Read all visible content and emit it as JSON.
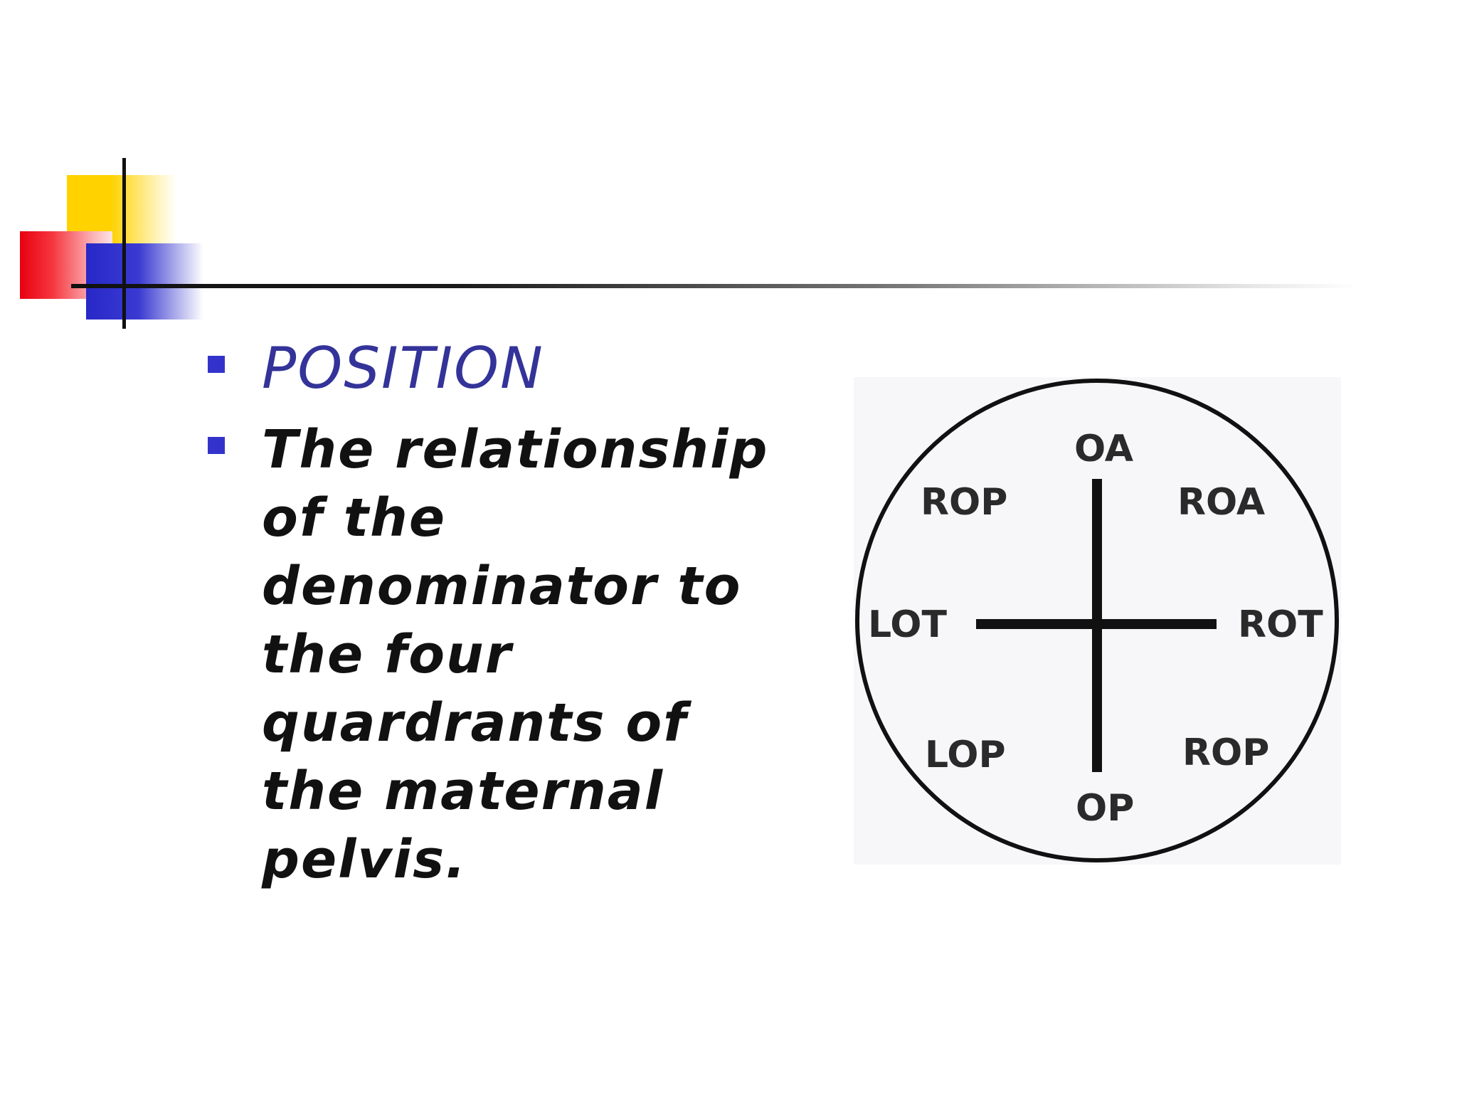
{
  "slide": {
    "bullets": [
      {
        "text": "POSITION",
        "style": "heading"
      },
      {
        "text": "The relationship of the denominator to the four quardrants of the maternal pelvis.",
        "style": "body"
      }
    ],
    "colors": {
      "heading_text": "#333399",
      "bullet_marker": "#3333cc",
      "body_text": "#111111"
    }
  },
  "diagram": {
    "labels": {
      "top": "OA",
      "upper_left": "ROP",
      "upper_right": "ROA",
      "left": "LOT",
      "right": "ROT",
      "lower_left": "LOP",
      "lower_right": "ROP",
      "bottom": "OP"
    }
  }
}
